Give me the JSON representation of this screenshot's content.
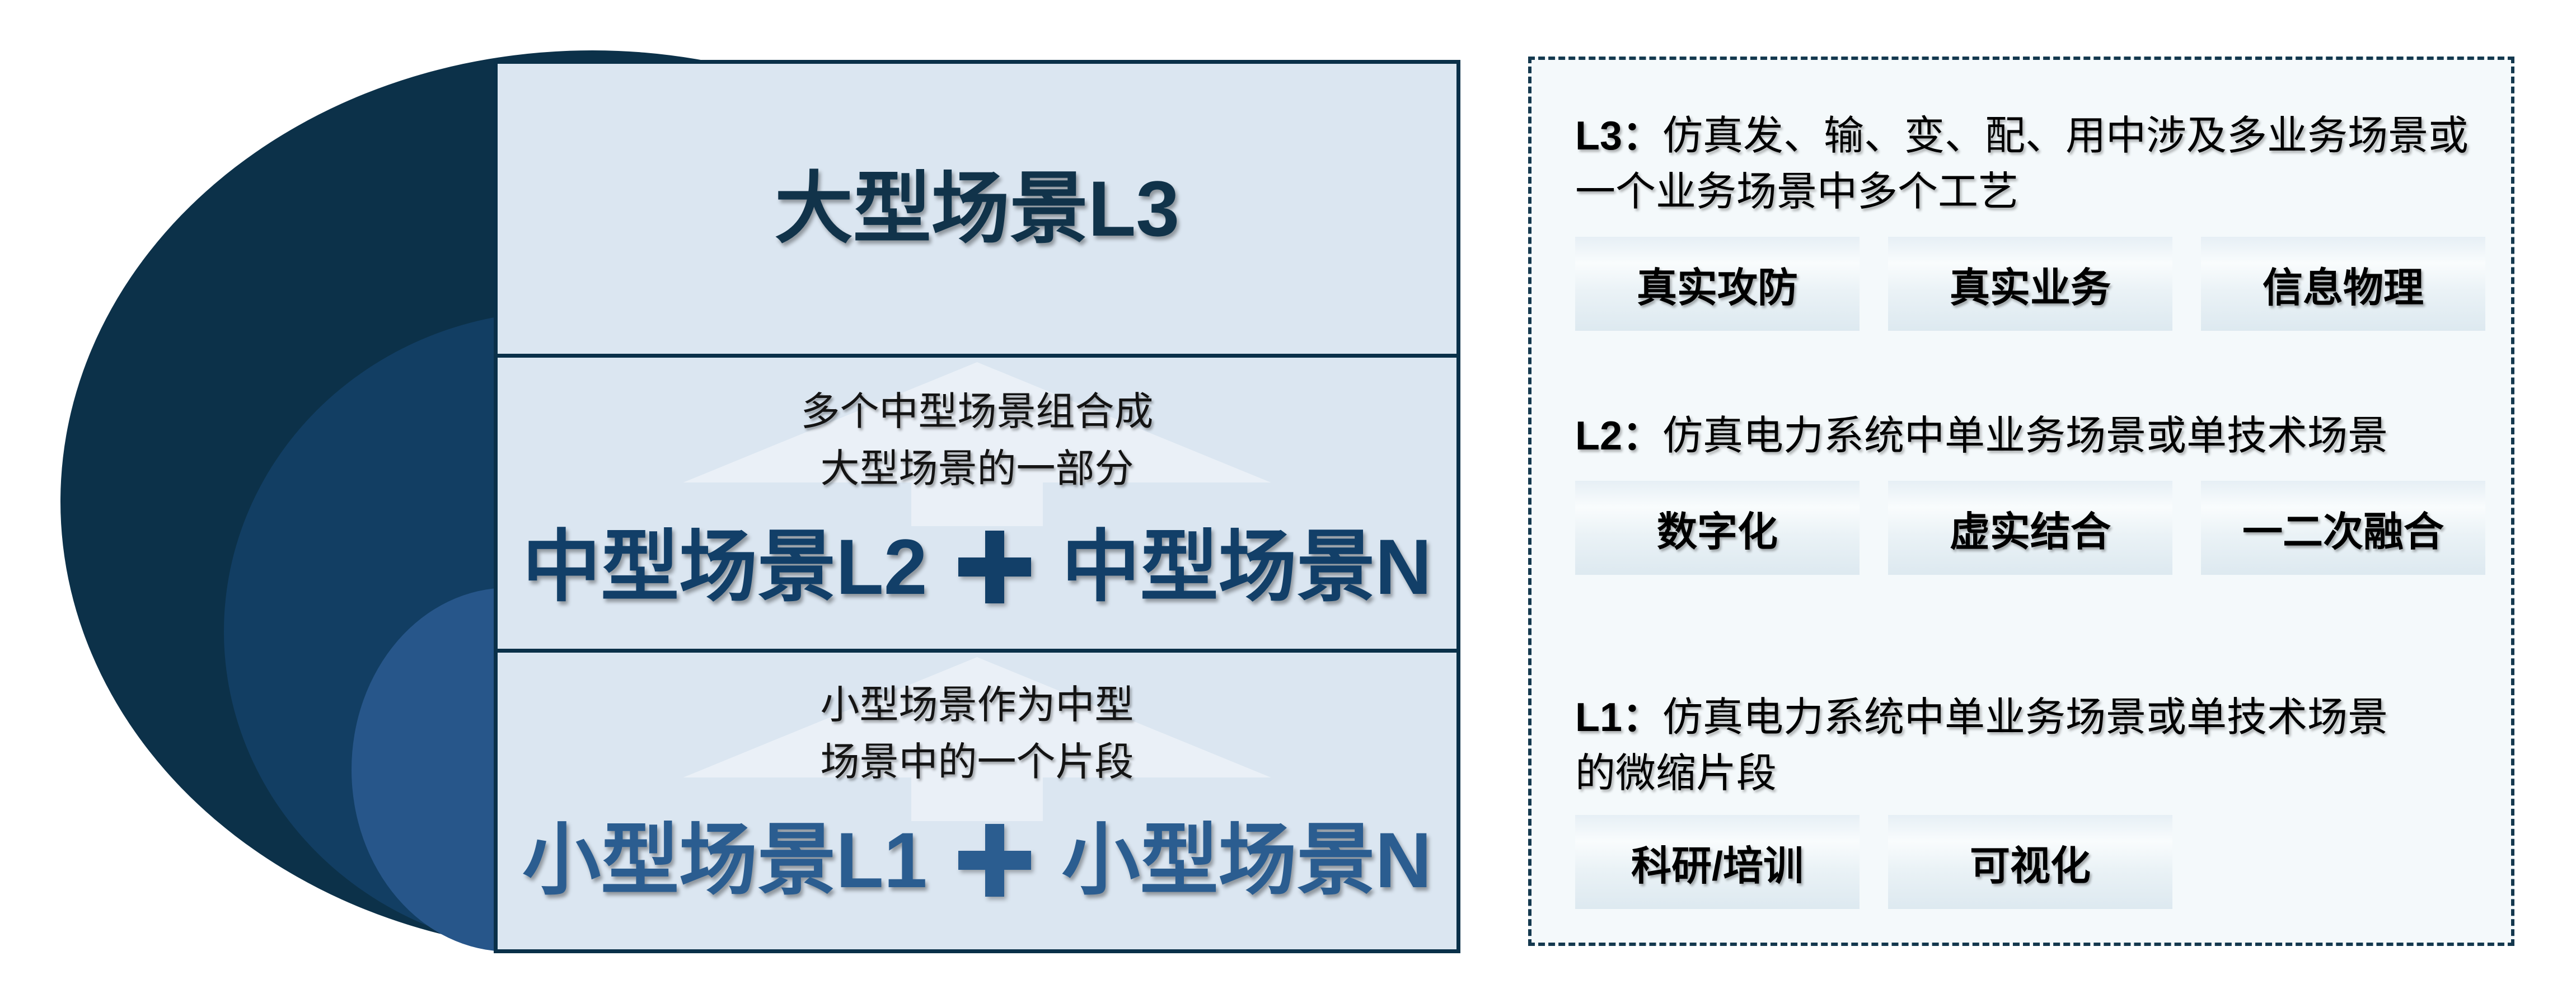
{
  "colors": {
    "page_background": "#ffffff",
    "ellipse_outer": "#0c3149",
    "ellipse_middle": "#123e63",
    "ellipse_inner": "#27568a",
    "stack_background": "#dbe6f1",
    "stack_border": "#0a3049",
    "title_l3": "#11334a",
    "title_l2": "#123f68",
    "title_l1": "#2b5d90",
    "desc_text": "#141414",
    "panel_background": "#f4f9fb",
    "panel_border": "#14384e",
    "chip_text": "#000000"
  },
  "diagram": {
    "levels": [
      {
        "id": "L3",
        "title": "大型场景L3"
      },
      {
        "id": "L2",
        "desc_lines": [
          "多个中型场景组合成",
          "大型场景的一部分"
        ],
        "title_left": "中型场景L2",
        "title_right": "中型场景N"
      },
      {
        "id": "L1",
        "desc_lines": [
          "小型场景作为中型",
          "场景中的一个片段"
        ],
        "title_left": "小型场景L1",
        "title_right": "小型场景N"
      }
    ]
  },
  "panel": {
    "sections": [
      {
        "label": "L3：",
        "lines": [
          "仿真发、输、变、配、用中涉及多业务场景或",
          "一个业务场景中多个工艺"
        ],
        "tags": [
          "真实攻防",
          "真实业务",
          "信息物理"
        ]
      },
      {
        "label": "L2：",
        "lines": [
          "仿真电力系统中单业务场景或单技术场景"
        ],
        "tags": [
          "数字化",
          "虚实结合",
          "一二次融合"
        ]
      },
      {
        "label": "L1：",
        "lines": [
          "仿真电力系统中单业务场景或单技术场景",
          "的微缩片段"
        ],
        "tags": [
          "科研/培训",
          "可视化"
        ]
      }
    ]
  }
}
